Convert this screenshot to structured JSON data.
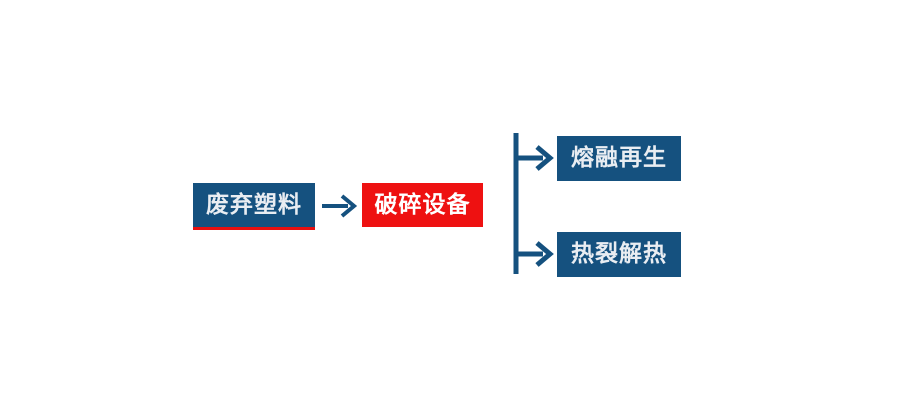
{
  "diagram": {
    "type": "process-flow",
    "background_color": "#ffffff",
    "colors": {
      "primary_blue": "#15517F",
      "accent_red": "#EE1111",
      "underline_red": "#E81010",
      "connector_blue": "#15517F",
      "blue_box_text": "#E9EDF2",
      "red_box_text": "#FFFFFF"
    },
    "nodes": [
      {
        "id": "source",
        "label": "废弃塑料",
        "style": "blue",
        "underline": true
      },
      {
        "id": "process",
        "label": "破碎设备",
        "style": "red",
        "underline": false
      },
      {
        "id": "melt",
        "label": "熔融再生",
        "style": "blue",
        "underline": false
      },
      {
        "id": "pyrolysis",
        "label": "热裂解热",
        "style": "blue",
        "underline": false
      }
    ],
    "connectors": [
      {
        "id": "main-arrow",
        "kind": "arrow-right",
        "from": "source",
        "to": "process"
      },
      {
        "id": "split-bracket",
        "kind": "bracket-two-arrows",
        "from": "process",
        "to": [
          "melt",
          "pyrolysis"
        ]
      }
    ]
  }
}
